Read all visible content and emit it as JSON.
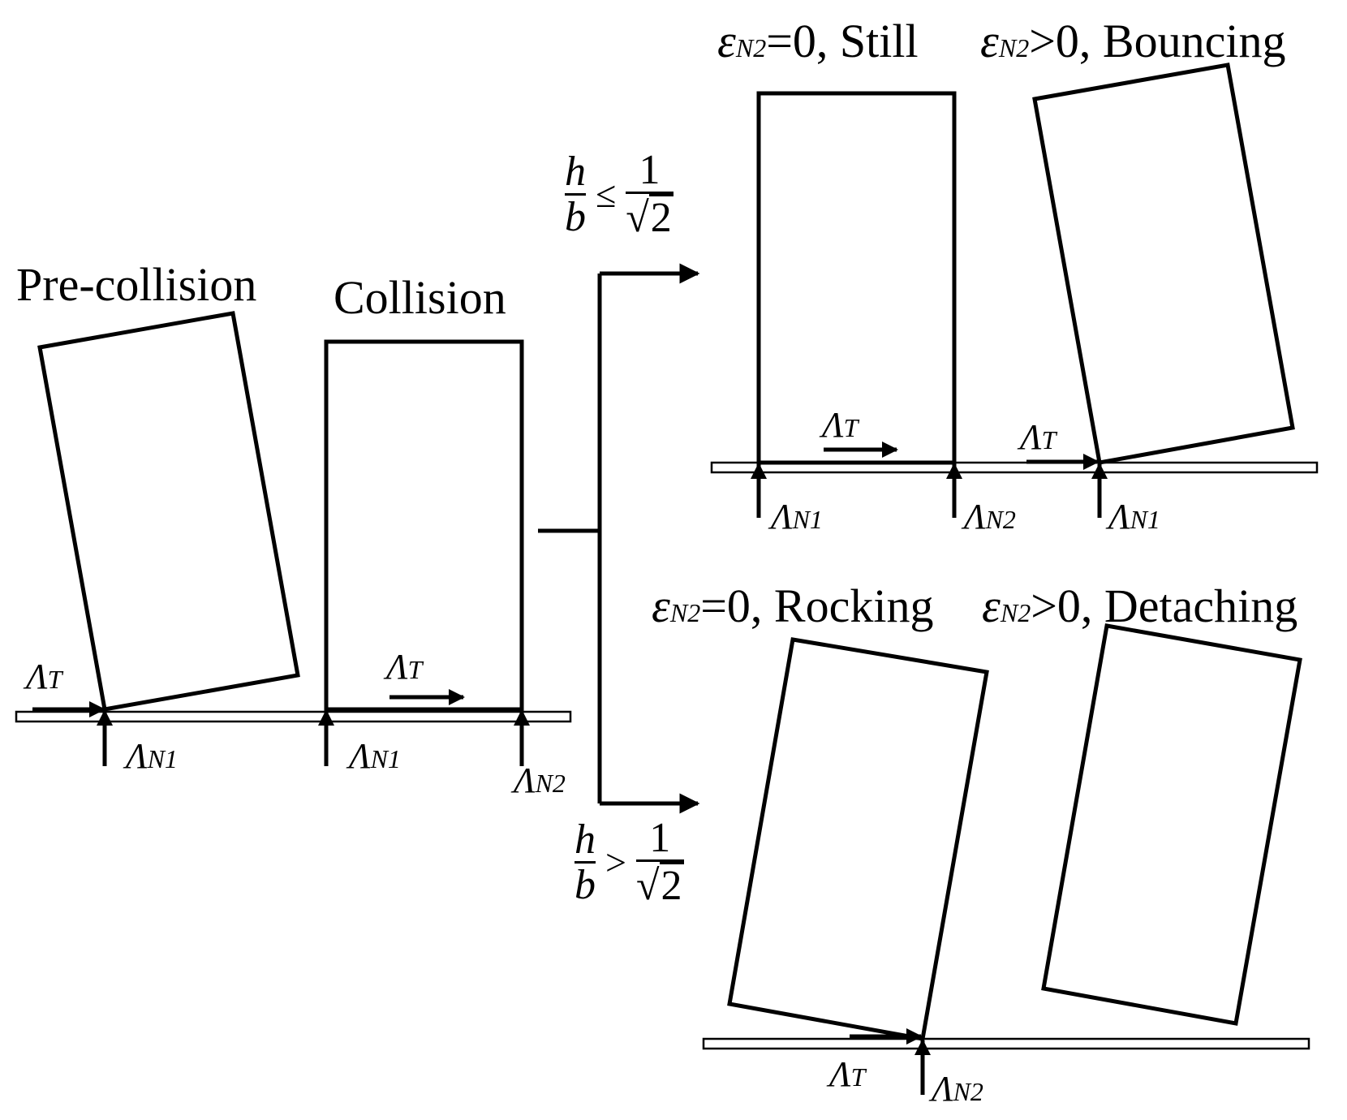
{
  "titles": {
    "pre_collision": "Pre-collision",
    "collision": "Collision"
  },
  "outcomes": {
    "still": {
      "epsilon": "ε",
      "subscript": "N2",
      "relation": "=0, Still"
    },
    "bouncing": {
      "epsilon": "ε",
      "subscript": "N2",
      "relation": ">0, Bouncing"
    },
    "rocking": {
      "epsilon": "ε",
      "subscript": "N2",
      "relation": "=0, Rocking"
    },
    "detaching": {
      "epsilon": "ε",
      "subscript": "N2",
      "relation": ">0, Detaching"
    }
  },
  "conditions": {
    "upper": {
      "numerator": "h",
      "denominator": "b",
      "operator": "≤",
      "rhs_numerator": "1",
      "rhs_root": "2"
    },
    "lower": {
      "numerator": "h",
      "denominator": "b",
      "operator": ">",
      "rhs_numerator": "1",
      "rhs_root": "2"
    }
  },
  "forces": {
    "lambda": "Λ",
    "tangential_sub": "T",
    "normal1_sub": "N1",
    "normal2_sub": "N2"
  }
}
